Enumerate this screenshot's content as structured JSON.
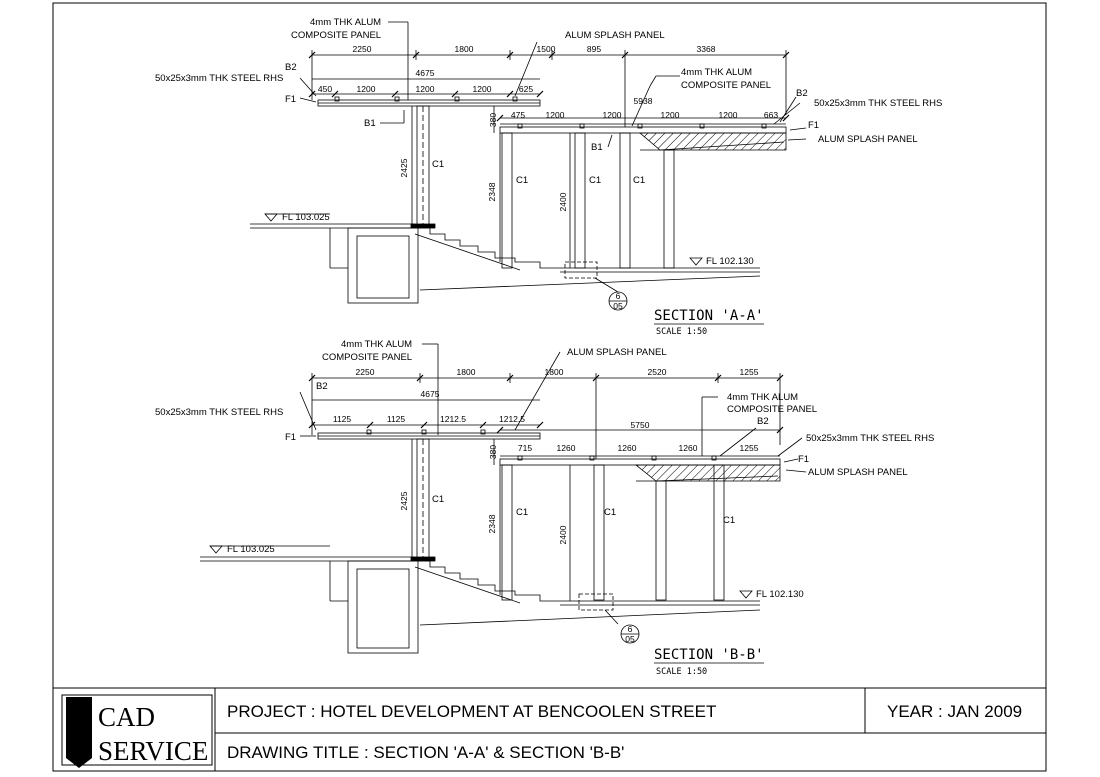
{
  "titleblock": {
    "logo_letter": "S",
    "logo_line1": "CAD",
    "logo_line2": "SERVICE",
    "project": "PROJECT :  HOTEL DEVELOPMENT AT BENCOOLEN STREET",
    "year": "YEAR : JAN 2009",
    "drawing_title": "DRAWING TITLE :  SECTION 'A-A' & SECTION 'B-B'"
  },
  "sections": [
    {
      "title": "SECTION 'A-A'",
      "scale": "SCALE 1:50",
      "level_upper": "FL 103.025",
      "level_lower": "FL 102.130",
      "callout_top": "6",
      "callout_bottom": "05",
      "column_label": "C1",
      "dims_top": [
        "2250",
        "1800",
        "1500",
        "895",
        "3368"
      ],
      "dim_overall_left": "4675",
      "dims_left_bays": [
        "450",
        "1200",
        "1200",
        "1200",
        "625"
      ],
      "dim_overall_right": "5938",
      "dims_right_bays": [
        "475",
        "1200",
        "1200",
        "1200",
        "1200",
        "663"
      ],
      "dim_height_left": "2425",
      "dim_height_mid": "2348",
      "dim_height_right": "2400",
      "dim_step": "380",
      "labels": {
        "panel_left": [
          "4mm THK ALUM",
          "COMPOSITE PANEL"
        ],
        "splash_left": "ALUM SPLASH PANEL",
        "panel_right": [
          "4mm THK ALUM",
          "COMPOSITE PANEL"
        ],
        "rhs_left": "50x25x3mm THK STEEL RHS",
        "rhs_right": "50x25x3mm THK STEEL RHS",
        "splash_right": "ALUM SPLASH PANEL",
        "b1": "B1",
        "b2": "B2",
        "f1": "F1"
      }
    },
    {
      "title": "SECTION 'B-B'",
      "scale": "SCALE 1:50",
      "level_upper": "FL 103.025",
      "level_lower": "FL 102.130",
      "callout_top": "6",
      "callout_bottom": "05",
      "column_label": "C1",
      "dims_top": [
        "2250",
        "1800",
        "1800",
        "2520",
        "1255"
      ],
      "dim_overall_left": "4675",
      "dims_left_bays": [
        "1125",
        "1125",
        "1212.5",
        "1212.5"
      ],
      "dim_overall_right": "5750",
      "dims_right_bays": [
        "715",
        "1260",
        "1260",
        "1260",
        "1255"
      ],
      "dim_height_left": "2425",
      "dim_height_mid": "2348",
      "dim_height_right": "2400",
      "dim_step": "380",
      "labels": {
        "panel_left": [
          "4mm THK ALUM",
          "COMPOSITE PANEL"
        ],
        "splash_left": "ALUM SPLASH PANEL",
        "panel_right": [
          "4mm THK ALUM",
          "COMPOSITE PANEL"
        ],
        "rhs_left": "50x25x3mm THK STEEL RHS",
        "rhs_right": "50x25x3mm THK STEEL RHS",
        "splash_right": "ALUM SPLASH PANEL",
        "b2": "B2",
        "f1": "F1"
      }
    }
  ]
}
